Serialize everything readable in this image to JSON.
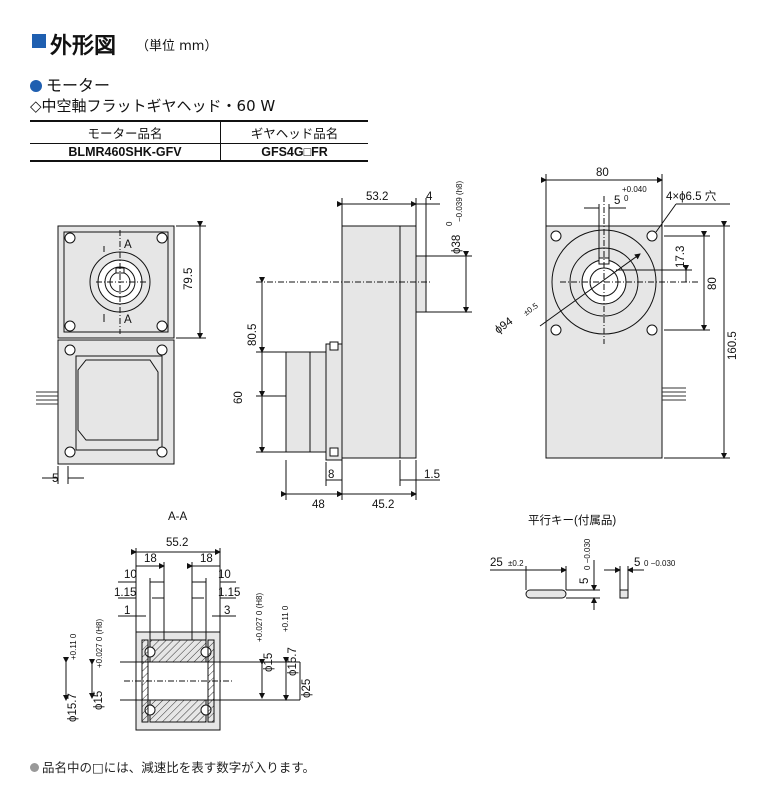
{
  "header": {
    "title": "外形図",
    "unit": "（単位 mm）",
    "section": "モーター",
    "subsection": "◇中空軸フラットギヤヘッド・60 W"
  },
  "spec_table": {
    "columns": [
      "モーター品名",
      "ギヤヘッド品名"
    ],
    "values": [
      "BLMR460SHK-GFV",
      "GFS4G□FR"
    ]
  },
  "drawing": {
    "section_label": "A-A",
    "key_label": "平行キー(付属品)",
    "mark_A": "A",
    "dims": {
      "d79_5": "79.5",
      "d5": "5",
      "d53_2": "53.2",
      "d4": "4",
      "d38": "ϕ38",
      "d38_tol_upper": "0",
      "d38_tol_lower": "−0.039 (h8)",
      "d80_5": "80.5",
      "d60": "60",
      "d8": "8",
      "d1_5": "1.5",
      "d48": "48",
      "d45_2": "45.2",
      "d80": "80",
      "d5key": "5",
      "d5key_tol_upper": "+0.040",
      "d5key_tol_lower": "0",
      "holes": "4×ϕ6.5 穴",
      "d17_3": "17.3",
      "d80v": "80",
      "d94": "ϕ94",
      "d94_tol": "±0.5",
      "d160_5": "160.5",
      "s55_2": "55.2",
      "s18a": "18",
      "s18b": "18",
      "s10a": "10",
      "s10b": "10",
      "s1_15a": "1.15",
      "s1_15b": "1.15",
      "s1": "1",
      "s3": "3",
      "s15_7a": "ϕ15.7",
      "s15_7a_tol": "+0.11 0",
      "s15a": "ϕ15",
      "s15a_tol": "+0.027 0 (H8)",
      "s15b": "ϕ15",
      "s15b_tol": "+0.027 0 (H8)",
      "s15_7b": "ϕ15.7",
      "s15_7b_tol": "+0.11 0",
      "s25": "ϕ25",
      "k25": "25",
      "k25_tol": "±0.2",
      "k5": "5",
      "k5_tol": "0 −0.030",
      "k5b": "5",
      "k5b_tol": "0 −0.030"
    }
  },
  "footnote": "品名中の□には、減速比を表す数字が入ります。",
  "colors": {
    "accent": "#1f5fb0",
    "body_fill": "#e6e6e6",
    "hatch": "#333333"
  }
}
